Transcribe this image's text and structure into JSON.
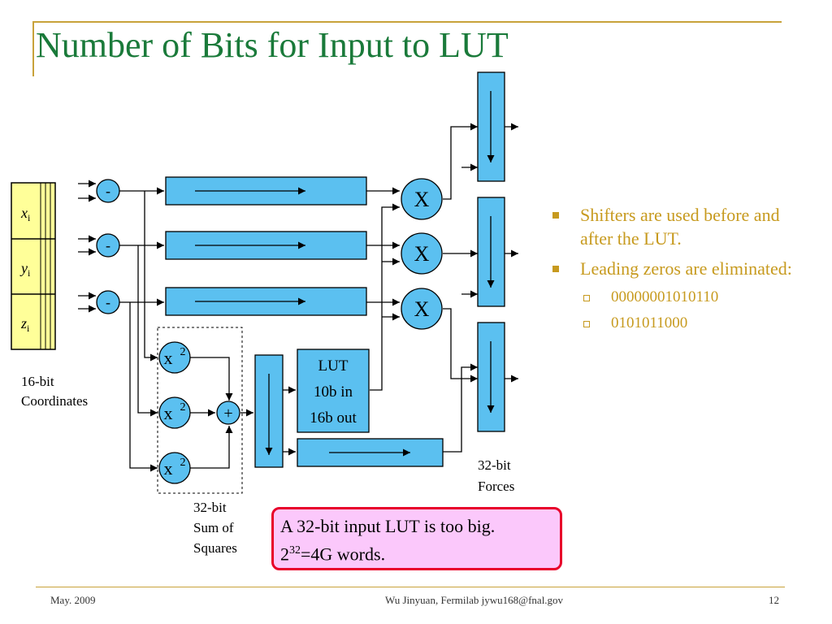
{
  "title": "Number of Bits for Input to LUT",
  "diagram": {
    "inputs": [
      "x",
      "y",
      "z"
    ],
    "input_subscript": "i",
    "input_caption": [
      "16-bit",
      "Coordinates"
    ],
    "subtract_symbol": "-",
    "multiply_symbol": "X",
    "square_base": "x",
    "square_exp": "2",
    "add_symbol": "+",
    "lut_lines": [
      "LUT",
      "10b in",
      "16b out"
    ],
    "sum_caption": [
      "32-bit",
      "Sum of",
      "Squares"
    ],
    "forces_caption": [
      "32-bit",
      "Forces"
    ]
  },
  "bullets": [
    {
      "text": "Shifters are used before and after the LUT.",
      "sub": []
    },
    {
      "text": "Leading zeros are eliminated:",
      "sub": [
        "00000001010110",
        "0101011000"
      ]
    }
  ],
  "callout": {
    "line1": "A 32-bit input LUT is too big.",
    "base": "2",
    "exp": "32",
    "rest": "=4G words."
  },
  "footer": {
    "date": "May. 2009",
    "author": "Wu Jinyuan, Fermilab jywu168@fnal.gov",
    "page": "12"
  },
  "colors": {
    "title": "#1a7a3a",
    "accent": "#c79a1e",
    "block": "#5bc0f0",
    "input_box": "#ffff99",
    "callout_fill": "#fbc8fb",
    "callout_border": "#e8002a"
  }
}
